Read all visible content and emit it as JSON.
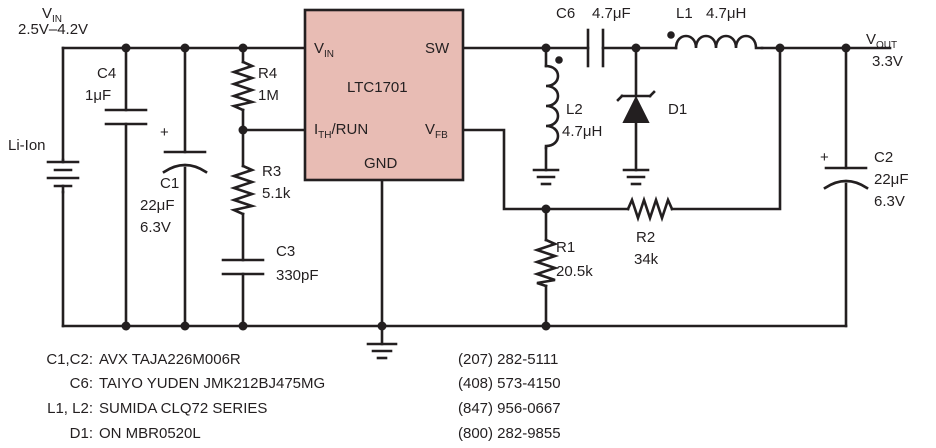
{
  "vin": {
    "name": "V",
    "sub": "IN",
    "range": "2.5V–4.2V"
  },
  "vout": {
    "name": "V",
    "sub": "OUT",
    "value": "3.3V"
  },
  "battery": {
    "label": "Li-Ion"
  },
  "ic": {
    "name": "LTC1701",
    "pins": {
      "vin": {
        "main": "V",
        "sub": "IN"
      },
      "sw": "SW",
      "ith": {
        "main": "I",
        "sub": "TH",
        "rest": "/RUN"
      },
      "vfb": {
        "main": "V",
        "sub": "FB"
      },
      "gnd": "GND"
    }
  },
  "components": {
    "c4": {
      "name": "C4",
      "value": "1μF"
    },
    "c1": {
      "name": "C1",
      "value": "22μF",
      "rating": "6.3V"
    },
    "r4": {
      "name": "R4",
      "value": "1M"
    },
    "r3": {
      "name": "R3",
      "value": "5.1k"
    },
    "c3": {
      "name": "C3",
      "value": "330pF"
    },
    "c6": {
      "name": "C6",
      "value": "4.7μF"
    },
    "l1": {
      "name": "L1",
      "value": "4.7μH"
    },
    "l2": {
      "name": "L2",
      "value": "4.7μH"
    },
    "d1": {
      "name": "D1"
    },
    "r1": {
      "name": "R1",
      "value": "20.5k"
    },
    "r2": {
      "name": "R2",
      "value": "34k"
    },
    "c2": {
      "name": "C2",
      "value": "22μF",
      "rating": "6.3V"
    }
  },
  "polarity_mark": "+",
  "parts_list": [
    {
      "ref": "C1,C2:",
      "part": "AVX TAJA226M006R",
      "phone": "(207) 282-5111"
    },
    {
      "ref": "C6:",
      "part": "TAIYO YUDEN JMK212BJ475MG",
      "phone": "(408) 573-4150"
    },
    {
      "ref": "L1, L2:",
      "part": "SUMIDA CLQ72 SERIES",
      "phone": "(847) 956-0667"
    },
    {
      "ref": "D1:",
      "part": "ON MBR0520L",
      "phone": "(800) 282-9855"
    }
  ]
}
